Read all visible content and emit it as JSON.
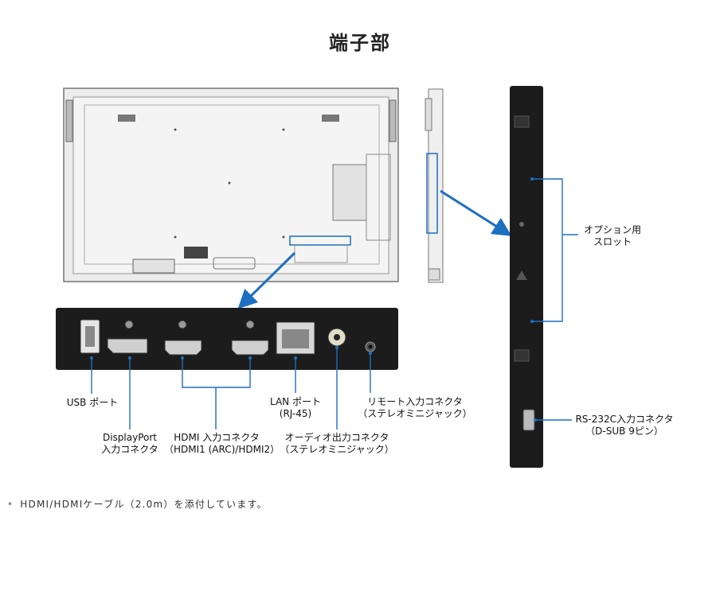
{
  "title": "端子部",
  "labels": {
    "usb": [
      "USB ポート"
    ],
    "displayport": [
      "DisplayPort",
      "入力コネクタ"
    ],
    "hdmi": [
      "HDMI 入力コネクタ",
      "（HDMI1 (ARC)/HDMI2）"
    ],
    "lan": [
      "LAN ポート",
      "(RJ-45)"
    ],
    "audio_out": [
      "オーディオ出力コネクタ",
      "（ステレオミニジャック）"
    ],
    "remote": [
      "リモート入力コネクタ",
      "（ステレオミニジャック）"
    ],
    "option_slot": [
      "オプション用",
      "スロット"
    ],
    "rs232c": [
      "RS-232C入力コネクタ",
      "（D-SUB 9ピン）"
    ]
  },
  "note": {
    "bullet": "•",
    "text": "HDMI/HDMIケーブル（2.0m）を添付しています。"
  },
  "colors": {
    "accent_blue": "#1d6fc0",
    "panel_dark": "#1c1c1c",
    "monitor_body": "#e9e9e9"
  }
}
